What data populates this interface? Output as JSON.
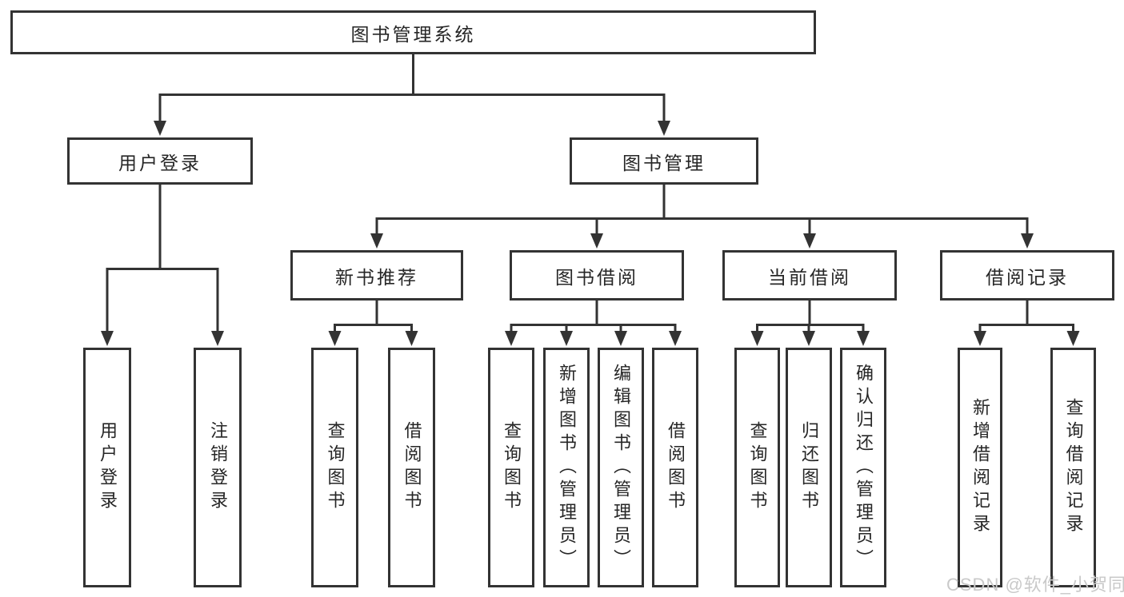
{
  "diagram_type": "functional-structure-tree",
  "colors": {
    "line": "#333333",
    "border": "#333333",
    "text": "#262626",
    "background": "#ffffff",
    "watermark": "#c9c9c9"
  },
  "nodes": {
    "root": "图书管理系统",
    "user_login": "用户登录",
    "book_management": "图书管理",
    "new_book_recommend": "新书推荐",
    "book_borrow": "图书借阅",
    "current_borrow": "当前借阅",
    "borrow_record": "借阅记录",
    "leaf_user_login": "用户登录",
    "leaf_logout": "注销登录",
    "leaf_query_book_1": "查询图书",
    "leaf_borrow_book_1": "借阅图书",
    "leaf_query_book_2": "查询图书",
    "leaf_add_book_admin": "新增图书（管理员）",
    "leaf_edit_book_admin": "编辑图书（管理员）",
    "leaf_borrow_book_2": "借阅图书",
    "leaf_query_book_3": "查询图书",
    "leaf_return_book": "归还图书",
    "leaf_confirm_return_admin": "确认归还（管理员）",
    "leaf_add_borrow_record": "新增借阅记录",
    "leaf_query_borrow_record": "查询借阅记录"
  },
  "hierarchy": {
    "图书管理系统": {
      "用户登录": [
        "用户登录",
        "注销登录"
      ],
      "图书管理": {
        "新书推荐": [
          "查询图书",
          "借阅图书"
        ],
        "图书借阅": [
          "查询图书",
          "新增图书（管理员）",
          "编辑图书（管理员）",
          "借阅图书"
        ],
        "当前借阅": [
          "查询图书",
          "归还图书",
          "确认归还（管理员）"
        ],
        "借阅记录": [
          "新增借阅记录",
          "查询借阅记录"
        ]
      }
    }
  },
  "watermark": "CSDN @软件_小贺同学"
}
